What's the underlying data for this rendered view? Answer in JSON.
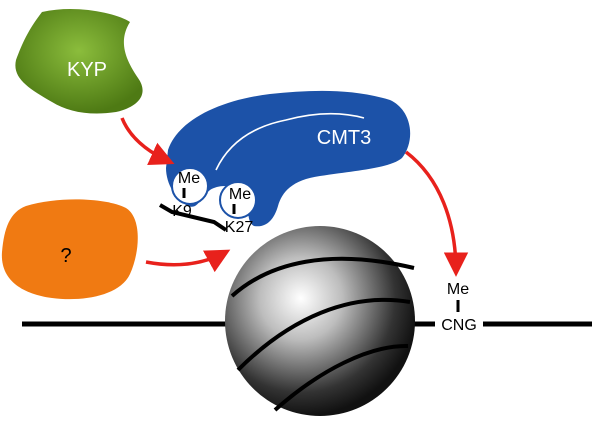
{
  "proteins": {
    "kyp": "KYP",
    "cmt3": "CMT3",
    "unknown": "?"
  },
  "histone_marks": {
    "k9": "K9",
    "k27": "K27",
    "me_k9": "Me",
    "me_k27": "Me"
  },
  "dna_site": {
    "me": "Me",
    "sequence": "CNG"
  },
  "colors": {
    "kyp": "#5a8a1a",
    "cmt3": "#1c52a8",
    "unknown": "#f07a12",
    "arrow": "#e8211c",
    "dna": "#000000",
    "nucleosome": "#555555"
  }
}
